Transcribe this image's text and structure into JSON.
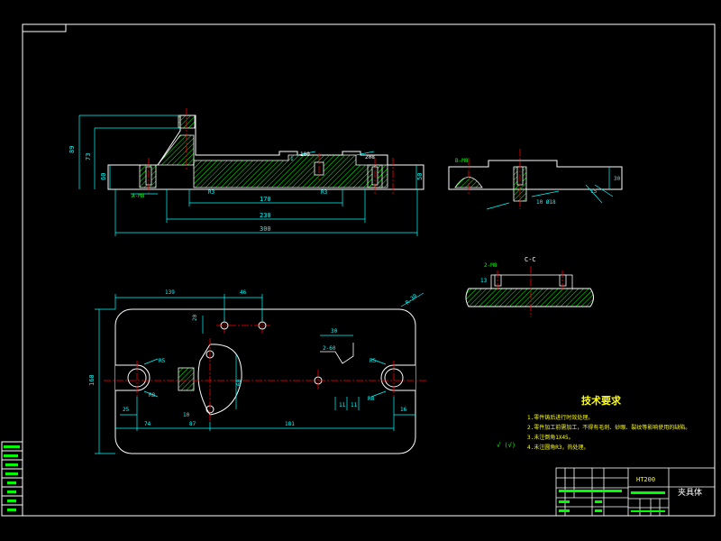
{
  "colors": {
    "background": "#000000",
    "outline": "#ffffff",
    "dimension": "#00ffff",
    "hatch": "#00ff00",
    "centerline": "#ff0000",
    "label": "#00ff00",
    "note": "#ffff00"
  },
  "front_view": {
    "dims": {
      "overall_height": "89",
      "inner_height": "73",
      "left_small": "60",
      "right_small": "50",
      "span_170": "170",
      "span_230": "230",
      "span_300": "300",
      "top_100": "100",
      "groove": "1",
      "radius_r3_left": "R3",
      "radius_r3_right": "R3",
      "section_left": "A-M8",
      "right_note": "208"
    }
  },
  "side_view": {
    "dims": {
      "section_label": "B-M8",
      "right_height": "30",
      "note": "10 Ø18",
      "angle": "15"
    }
  },
  "section_cc": {
    "title": "C-C",
    "label": "2-M8",
    "dim": "13"
  },
  "plan_view": {
    "dims": {
      "top_139": "139",
      "top_46": "46",
      "left_20": "20",
      "left_160": "160",
      "r_left": "R5",
      "r8_left": "R8",
      "r_right": "R5",
      "r8_right": "R8",
      "bottom_25": "25",
      "bottom_74": "74",
      "bottom_10": "10",
      "bottom_87": "87",
      "bottom_181": "181",
      "bottom_16": "16",
      "circle_dim": "60",
      "top_30": "30",
      "angle_label": "2-60",
      "small_11a": "11",
      "small_11b": "11",
      "corner_r": "R-30"
    }
  },
  "tech": {
    "title": "技术要求",
    "items": [
      "1.零件铸后进行时效处理。",
      "2.零件加工前需加工，不得有毛刺、砂眼、裂纹等影响使用的缺陷。",
      "3.未注倒角1X45。",
      "4.未注圆角R3，热处理。"
    ],
    "roughness": "√ (√)"
  },
  "title_block": {
    "material": "HT200",
    "part_name": "夹具体"
  }
}
